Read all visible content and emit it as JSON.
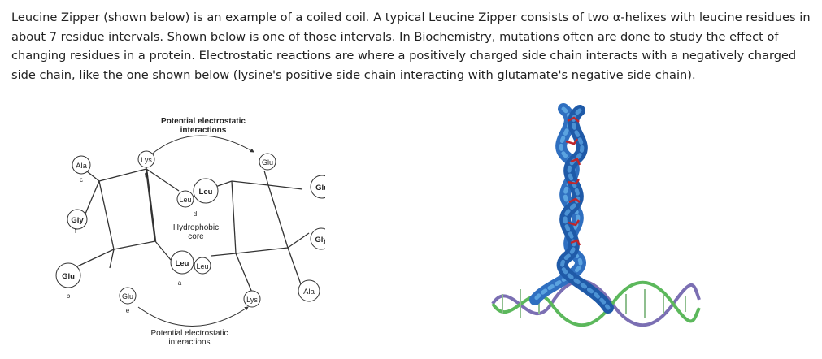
{
  "intro_text": "Leucine Zipper (shown below) is an example of a coiled coil. A typical Leucine Zipper consists of two α-helixes with leucine residues in about 7 residue intervals. Shown below is one of those intervals. In Biochemistry, mutations often are done to study the effect of changing residues in a protein. Electrostatic reactions are where a positively charged side chain interacts with a negatively charged side chain, like the one shown below (lysine's positive side chain interacting with glutamate's negative side chain).",
  "diagram": {
    "top_label_line1": "Potential electrostatic",
    "top_label_line2": "interactions",
    "bottom_label_line1": "Potential electrostatic",
    "bottom_label_line2": "interactions",
    "core_label_line1": "Hydrophobic",
    "core_label_line2": "core",
    "residues": {
      "ala_c": "Ala",
      "lys_g": "Lys",
      "leu_d_left": "Leu",
      "leu_d_right": "Leu",
      "glu_top": "Glu",
      "glu_right": "Glu",
      "gly_f": "Gly",
      "gly_right": "Gly",
      "glu_b": "Glu",
      "leu_a_left": "Leu",
      "leu_a_right": "Leu",
      "glu_e": "Glu",
      "lys_bottom": "Lys",
      "ala_right": "Ala"
    },
    "positions": {
      "c": "c",
      "g": "g",
      "d": "d",
      "f": "f",
      "b": "b",
      "a": "a",
      "e": "e"
    }
  },
  "colors": {
    "text": "#222222",
    "helix_blue": "#2f6fc0",
    "helix_light": "#5ba3e0",
    "side_chain_red": "#c0262b",
    "dna_green": "#5cb85c",
    "dna_purple": "#7b6fb3"
  }
}
